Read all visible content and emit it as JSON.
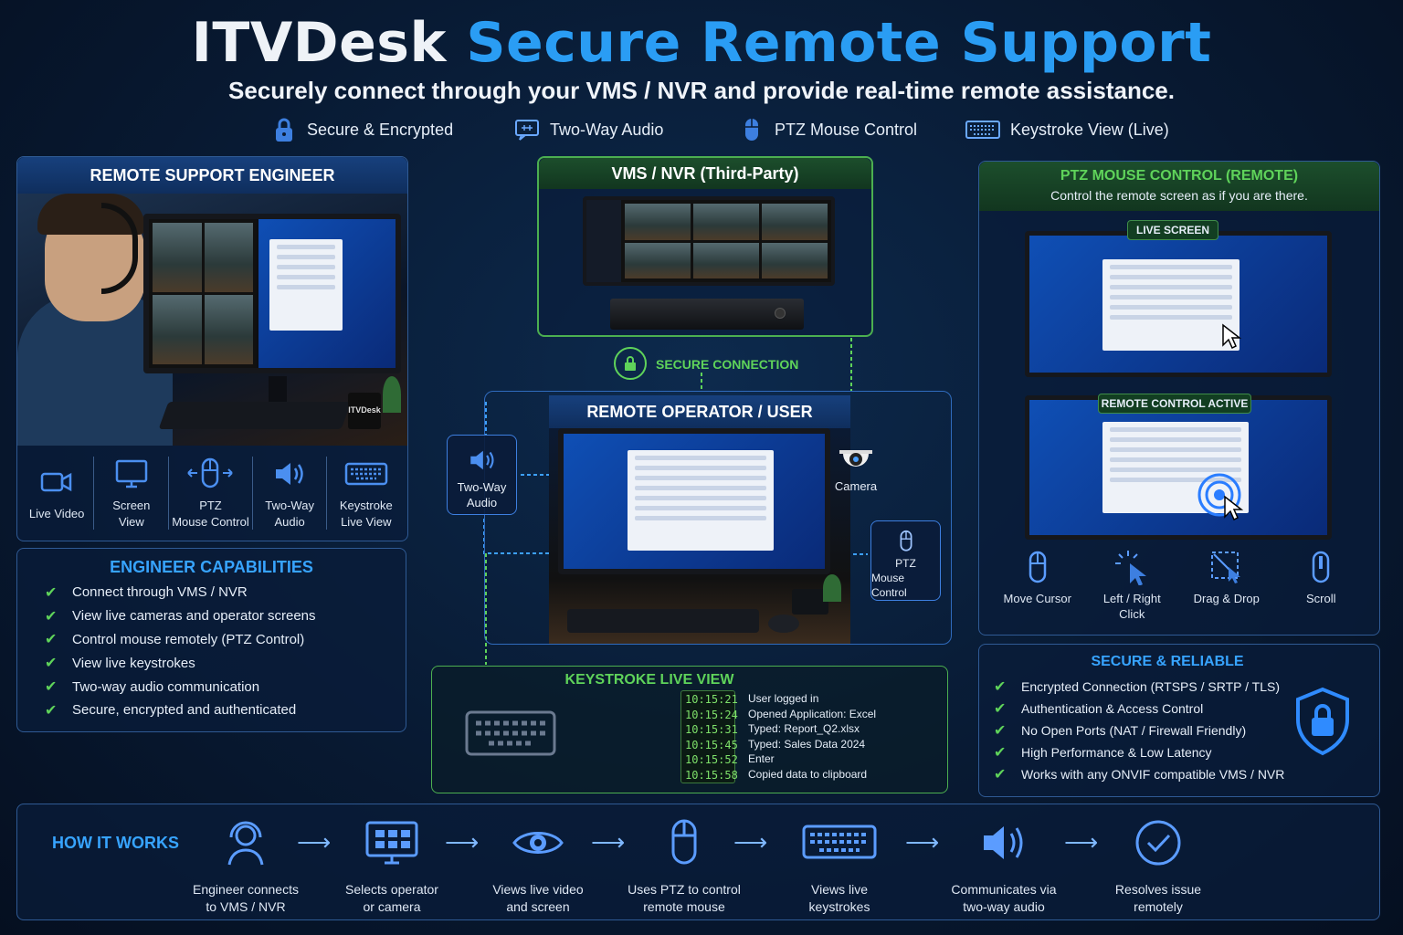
{
  "title": {
    "part1": "ITVDesk",
    "part2": "Secure Remote Support"
  },
  "subtitle": "Securely connect through your VMS / NVR and provide real-time remote assistance.",
  "features": [
    {
      "icon": "lock-icon",
      "label": "Secure & Encrypted"
    },
    {
      "icon": "chat-audio-icon",
      "label": "Two-Way Audio"
    },
    {
      "icon": "mouse-icon",
      "label": "PTZ Mouse Control"
    },
    {
      "icon": "keyboard-icon",
      "label": "Keystroke View (Live)"
    }
  ],
  "engineer": {
    "title": "REMOTE SUPPORT ENGINEER",
    "mug_text": "ITVDesk",
    "icons": [
      {
        "icon": "video-camera-icon",
        "line1": "Live Video",
        "line2": ""
      },
      {
        "icon": "monitor-icon",
        "line1": "Screen",
        "line2": "View"
      },
      {
        "icon": "mouse-arrows-icon",
        "line1": "PTZ",
        "line2": "Mouse Control"
      },
      {
        "icon": "speaker-icon",
        "line1": "Two-Way",
        "line2": "Audio"
      },
      {
        "icon": "keyboard-icon",
        "line1": "Keystroke",
        "line2": "Live View"
      }
    ]
  },
  "capabilities": {
    "title": "ENGINEER CAPABILITIES",
    "items": [
      "Connect through VMS / NVR",
      "View live cameras and operator screens",
      "Control mouse remotely (PTZ Control)",
      "View live keystrokes",
      "Two-way audio communication",
      "Secure, encrypted and authenticated"
    ]
  },
  "vms": {
    "title": "VMS / NVR (Third-Party)"
  },
  "secure_connection": "SECURE CONNECTION",
  "operator": {
    "title": "REMOTE OPERATOR / USER",
    "camera_label": "Camera",
    "audio_line1": "Two-Way",
    "audio_line2": "Audio",
    "ptz_line1": "PTZ",
    "ptz_line2": "Mouse Control"
  },
  "keystroke": {
    "title": "KEYSTROKE LIVE VIEW",
    "entries": [
      {
        "time": "10:15:21",
        "text": "User logged in"
      },
      {
        "time": "10:15:24",
        "text": "Opened Application: Excel"
      },
      {
        "time": "10:15:31",
        "text": "Typed: Report_Q2.xlsx"
      },
      {
        "time": "10:15:45",
        "text": "Typed: Sales Data 2024"
      },
      {
        "time": "10:15:52",
        "text": "Enter"
      },
      {
        "time": "10:15:58",
        "text": "Copied data to clipboard"
      }
    ]
  },
  "ptz": {
    "title": "PTZ MOUSE CONTROL (REMOTE)",
    "subtitle": "Control the remote screen as if you are there.",
    "live_label": "LIVE SCREEN",
    "active_label": "REMOTE CONTROL ACTIVE",
    "actions": [
      {
        "icon": "mouse-icon",
        "line1": "Move Cursor",
        "line2": ""
      },
      {
        "icon": "click-icon",
        "line1": "Left / Right",
        "line2": "Click"
      },
      {
        "icon": "drag-drop-icon",
        "line1": "Drag & Drop",
        "line2": ""
      },
      {
        "icon": "scroll-icon",
        "line1": "Scroll",
        "line2": ""
      }
    ]
  },
  "secure": {
    "title": "SECURE & RELIABLE",
    "items": [
      "Encrypted Connection (RTSPS / SRTP / TLS)",
      "Authentication & Access Control",
      "No Open Ports (NAT / Firewall Friendly)",
      "High Performance & Low Latency",
      "Works with any ONVIF compatible VMS / NVR"
    ]
  },
  "how": {
    "title": "HOW IT WORKS",
    "steps": [
      {
        "icon": "headset-user-icon",
        "line1": "Engineer connects",
        "line2": "to VMS / NVR"
      },
      {
        "icon": "grid-monitor-icon",
        "line1": "Selects operator",
        "line2": "or camera"
      },
      {
        "icon": "eye-icon",
        "line1": "Views live video",
        "line2": "and screen"
      },
      {
        "icon": "mouse-icon",
        "line1": "Uses PTZ to control",
        "line2": "remote mouse"
      },
      {
        "icon": "keyboard-icon",
        "line1": "Views live",
        "line2": "keystrokes"
      },
      {
        "icon": "speaker-icon",
        "line1": "Communicates via",
        "line2": "two-way audio"
      },
      {
        "icon": "check-circle-icon",
        "line1": "Resolves issue",
        "line2": "remotely"
      }
    ]
  }
}
